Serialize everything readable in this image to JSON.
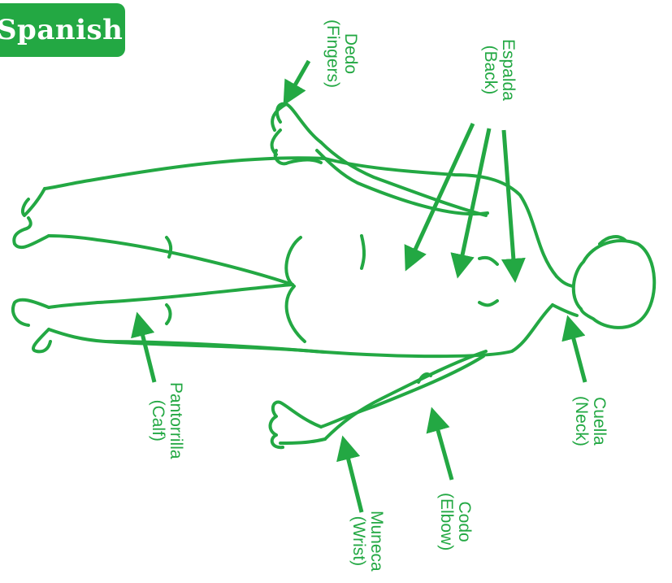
{
  "badge": {
    "text": "Spanish"
  },
  "colors": {
    "accent": "#23a843",
    "outline": "#23a843",
    "background": "#ffffff"
  },
  "labels": [
    {
      "id": "dedo",
      "spanish": "Dedo",
      "english": "(Fingers)"
    },
    {
      "id": "espalda",
      "spanish": "Espalda",
      "english": "(Back)"
    },
    {
      "id": "cuella",
      "spanish": "Cuella",
      "english": "(Neck)"
    },
    {
      "id": "codo",
      "spanish": "Codo",
      "english": "(Elbow)"
    },
    {
      "id": "muneca",
      "spanish": "Muneca",
      "english": "(Wrist)"
    },
    {
      "id": "pantorrilla",
      "spanish": "Pantorrilla",
      "english": "(Calf)"
    }
  ]
}
